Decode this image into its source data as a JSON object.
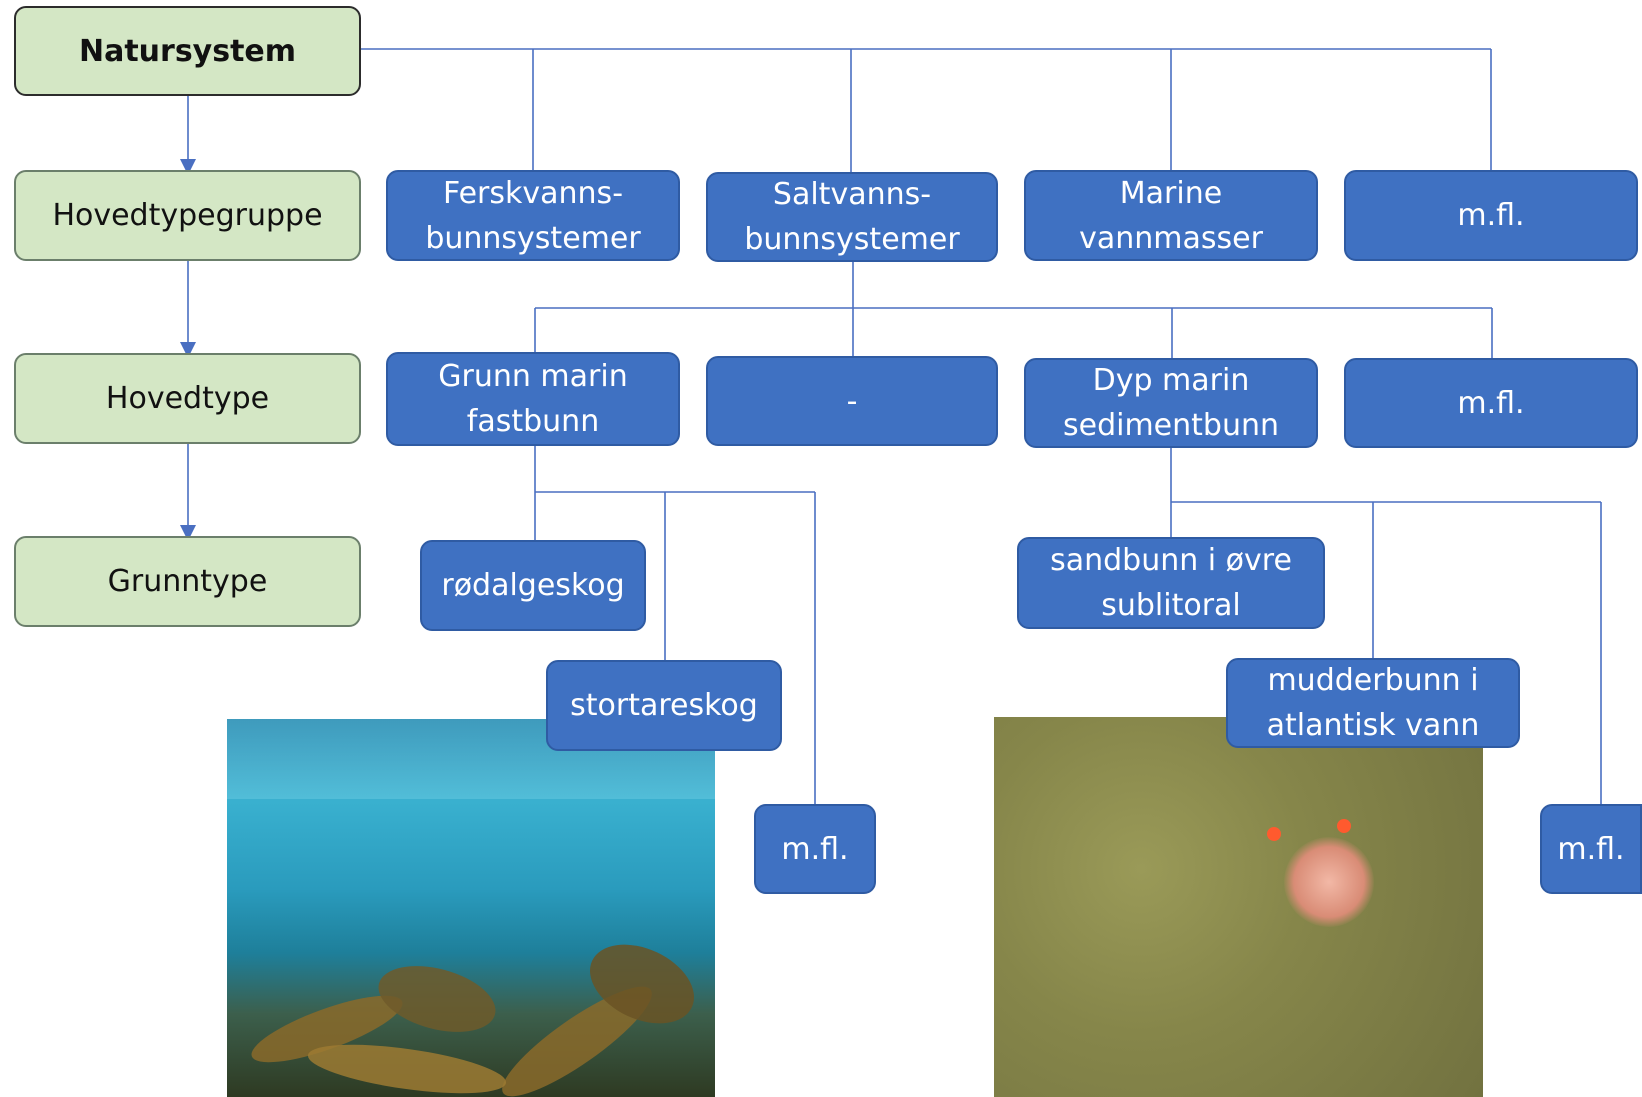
{
  "levels": {
    "natursystem": "Natursystem",
    "hovedtypegruppe": "Hovedtypegruppe",
    "hovedtype": "Hovedtype",
    "grunntype": "Grunntype"
  },
  "hovedtypegrupper": {
    "ferskvann": "Ferskvanns-\nbunnsystemer",
    "saltvann": "Saltvanns-\nbunnsystemer",
    "marine": "Marine\nvannmasser",
    "mfl": "m.fl."
  },
  "hovedtyper": {
    "grunn": "Grunn  marin\nfastbunn",
    "dash": "-",
    "dyp": "Dyp marin\nsedimentbunn",
    "mfl": "m.fl."
  },
  "grunntyper_grunn": {
    "rodalgeskog": "rødalgeskog",
    "stortareskog": "stortareskog",
    "mfl": "m.fl."
  },
  "grunntyper_dyp": {
    "sandbunn": "sandbunn  i øvre\nsublitoral",
    "mudderbunn": "mudderbunn  i\natlantisk vann",
    "mfl": "m.fl."
  },
  "colors": {
    "level_fill": "#d4e7c5",
    "node_fill": "#3f71c2",
    "connector": "#4a6fc1"
  }
}
